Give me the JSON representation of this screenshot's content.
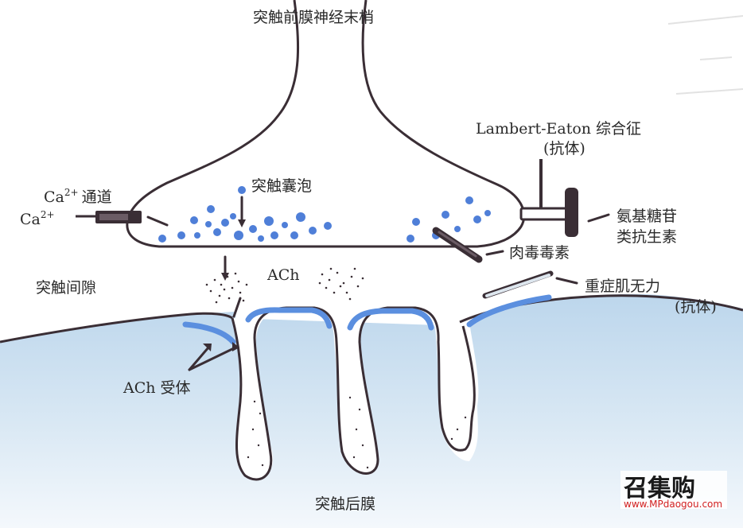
{
  "labels": {
    "presynaptic_terminal": "突触前膜神经末梢",
    "lambert_eaton_line1": "Lambert-Eaton 综合征",
    "lambert_eaton_line2": "(抗体)",
    "ca_channel": "Ca",
    "ca_channel_tail": "通道",
    "ca_ion": "Ca",
    "ca_superscript": "2+",
    "vesicles": "突触囊泡",
    "aminoglycoside_line1": "氨基糖苷",
    "aminoglycoside_line2": "类抗生素",
    "synaptic_cleft": "突触间隙",
    "ach": "ACh",
    "botulinum": "肉毒毒素",
    "myasthenia_line1": "重症肌无力",
    "myasthenia_line2": "(抗体)",
    "ach_receptor": "ACh 受体",
    "postsynaptic": "突触后膜"
  },
  "watermark": {
    "logo": "召集购",
    "url": "www.MPdaogou.com"
  },
  "colors": {
    "outline": "#3a2e35",
    "vesicle": "#4f7fd8",
    "receptor": "#5b8fdf",
    "background_wash": "#cfe2f1"
  }
}
